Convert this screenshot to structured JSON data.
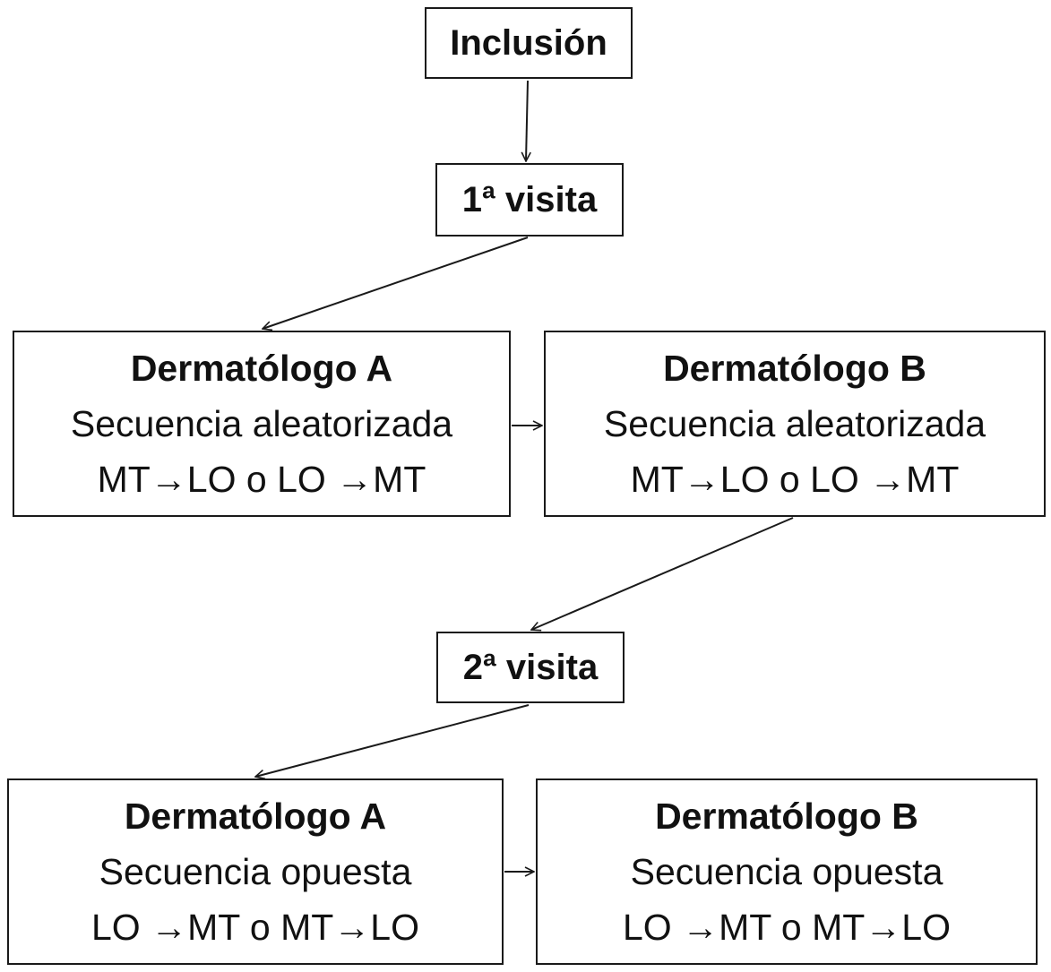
{
  "nodes": {
    "inclusion": {
      "label": "Inclusión"
    },
    "visit1": {
      "label": "1ª visita"
    },
    "visit1_dermA": {
      "title": "Dermatólogo A",
      "line1": "Secuencia aleatorizada",
      "line2": "MT→LO o LO →MT"
    },
    "visit1_dermB": {
      "title": "Dermatólogo B",
      "line1": "Secuencia aleatorizada",
      "line2": "MT→LO o LO →MT"
    },
    "visit2": {
      "label": "2ª visita"
    },
    "visit2_dermA": {
      "title": "Dermatólogo A",
      "line1": "Secuencia opuesta",
      "line2": "LO →MT o MT→LO"
    },
    "visit2_dermB": {
      "title": "Dermatólogo B",
      "line1": "Secuencia opuesta",
      "line2": "LO →MT o MT→LO"
    }
  },
  "edges": [
    {
      "from": "inclusion",
      "to": "visit1"
    },
    {
      "from": "visit1",
      "to": "visit1_dermA"
    },
    {
      "from": "visit1_dermA",
      "to": "visit1_dermB"
    },
    {
      "from": "visit1_dermB",
      "to": "visit2"
    },
    {
      "from": "visit2",
      "to": "visit2_dermA"
    },
    {
      "from": "visit2_dermA",
      "to": "visit2_dermB"
    }
  ],
  "colors": {
    "line": "#1a1a1a",
    "background": "#ffffff"
  }
}
